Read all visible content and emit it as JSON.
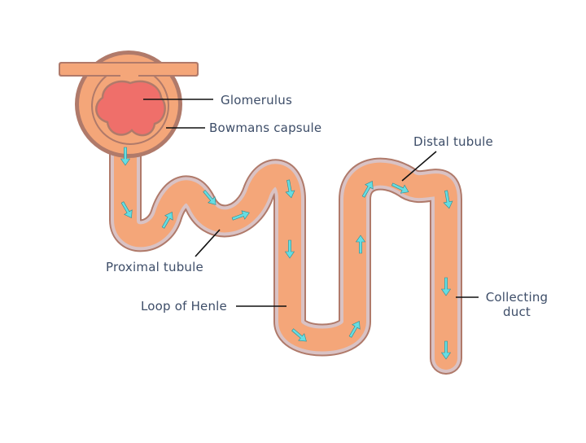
{
  "labels": {
    "glomerulus": "Glomerulus",
    "bowmans_capsule": "Bowmans capsule",
    "distal_tubule": "Distal tubule",
    "proximal_tubule": "Proximal tubule",
    "loop_of_henle": "Loop of Henle",
    "collecting_duct_line1": "Collecting",
    "collecting_duct_line2": "duct"
  },
  "colors": {
    "tubule_fill": "#f4a679",
    "tubule_outline": "#b07a6a",
    "tubule_rim": "#d9c2c4",
    "glomerulus_fill": "#ef6f6a",
    "arrow": "#66dde2",
    "label_text": "#3d4d68",
    "leader_line": "#111111"
  }
}
